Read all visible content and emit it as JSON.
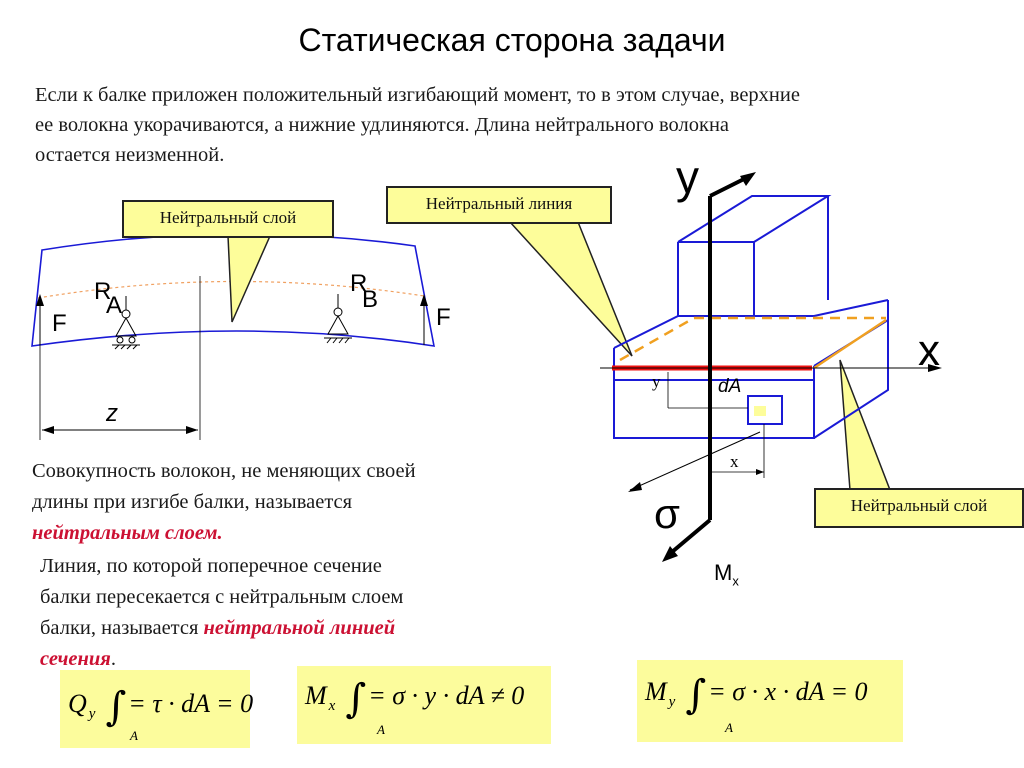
{
  "title": "Статическая сторона задачи",
  "intro": [
    "Если к балке приложен положительный изгибающий момент, то в этом случае, верхние",
    "ее волокна укорачиваются, а нижние удлиняются. Длина нейтрального волокна",
    "остается неизменной."
  ],
  "definition1": {
    "lines": [
      "Совокупность волокон, не меняющих своей",
      "длины при изгибе балки, называется"
    ],
    "term": "нейтральным слоем."
  },
  "definition2": {
    "lines": [
      "Линия, по которой поперечное сечение",
      "балки пересекается с нейтральным слоем"
    ],
    "prefix": "балки, называется ",
    "term_part1": "нейтральной линией",
    "term_part2": "сечения",
    "suffix": "."
  },
  "callouts": {
    "neutral_layer_left": "Нейтральный слой",
    "neutral_line": "Нейтральный линия",
    "neutral_layer_right": "Нейтральный слой"
  },
  "beam_labels": {
    "force_left": "F",
    "force_right": "F",
    "support_a_letter": "R",
    "support_a_sub": "A",
    "support_b_letter": "R",
    "support_b_sub": "B",
    "distance": "z"
  },
  "section_labels": {
    "axis_y": "y",
    "axis_x": "x",
    "sigma": "σ",
    "element": "dA",
    "coord_x": "x",
    "coord_y": "y",
    "moment": "M",
    "moment_sub": "x"
  },
  "formulas": [
    {
      "lhs": "Q",
      "sub": "y",
      "body": "= τ · dA = 0",
      "lower": "A"
    },
    {
      "lhs": "M",
      "sub": "x",
      "body": "= σ · y · dA ≠ 0",
      "lower": "A"
    },
    {
      "lhs": "M",
      "sub": "y",
      "body": "= σ · x · dA = 0",
      "lower": "A"
    }
  ],
  "colors": {
    "outline": "#1a1ad6",
    "neutral": "#ee1111",
    "dashed": "#f0a020",
    "callout": "#fdfd9a",
    "term": "#cc1133"
  }
}
